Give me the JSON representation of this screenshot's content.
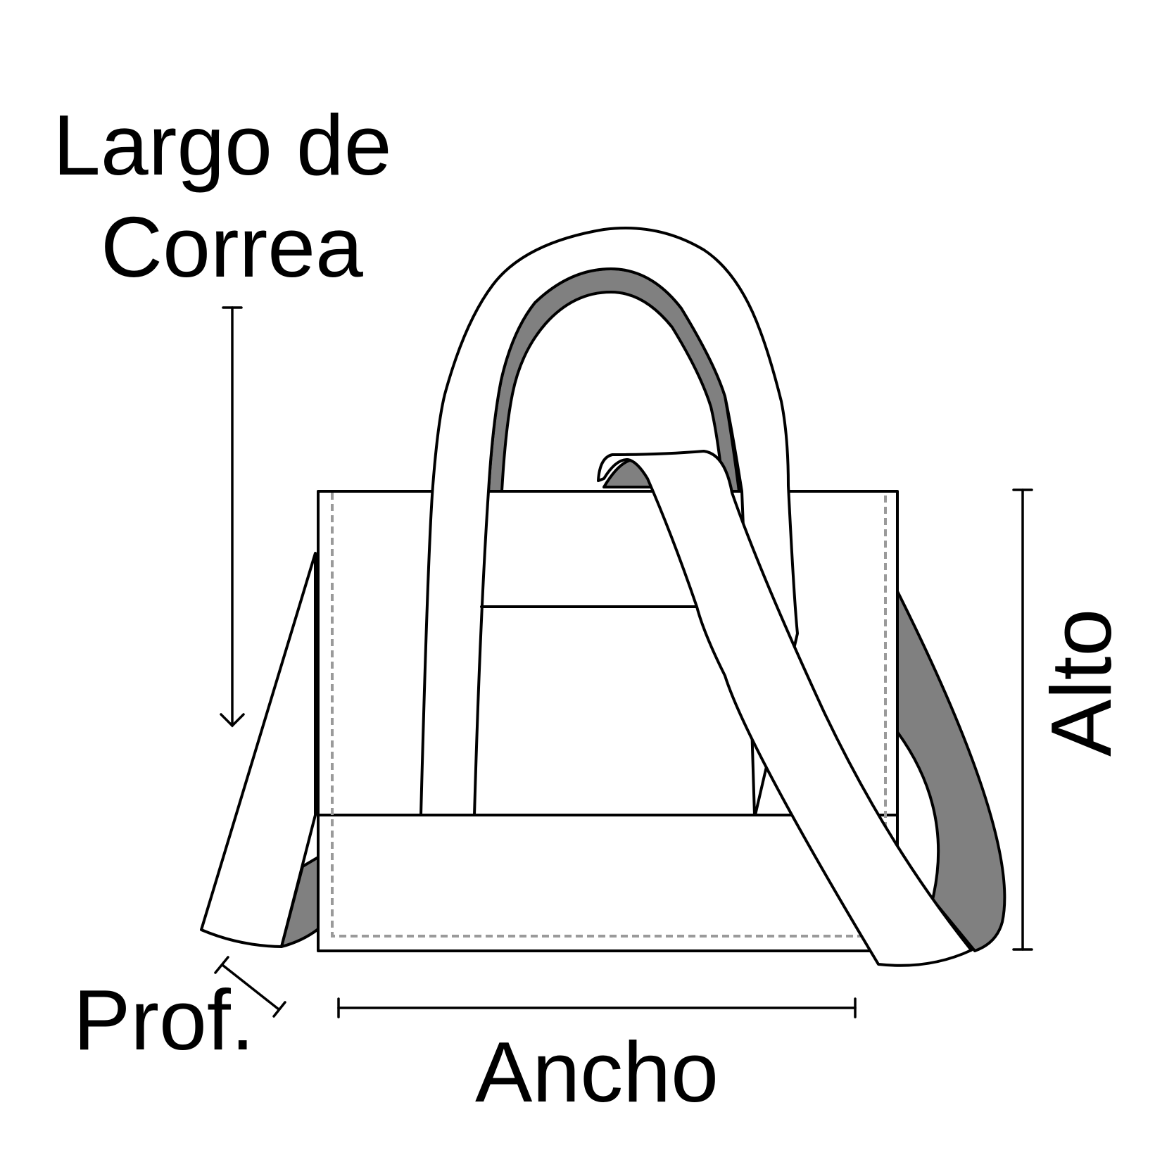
{
  "labels": {
    "strap_length_line1": "Largo de",
    "strap_length_line2": "Correa",
    "depth": "Prof.",
    "width": "Ancho",
    "height": "Alto"
  },
  "colors": {
    "outline": "#000000",
    "body_fill": "#ffffff",
    "lining_fill": "#808080",
    "dashed_seam": "#9a9a9a"
  }
}
